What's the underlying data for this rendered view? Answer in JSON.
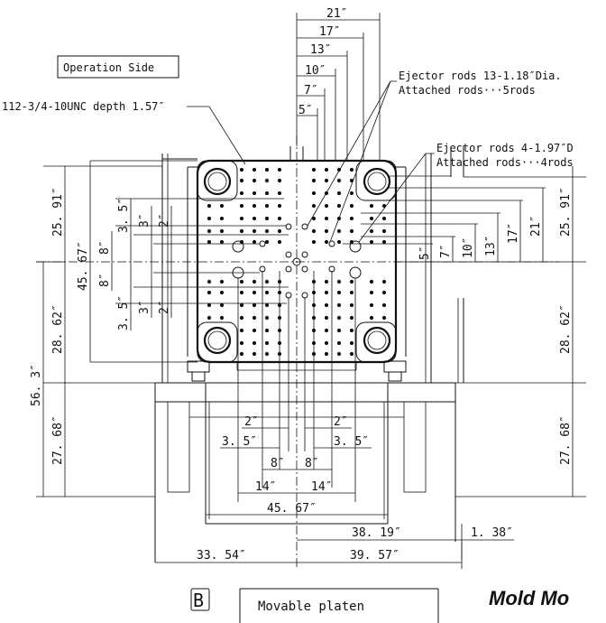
{
  "labels": {
    "operation_side": "Operation Side",
    "tapped_holes": "112-3/4-10UNC depth 1.57″",
    "ejector_13_line1": "Ejector rods 13-1.18″Dia.",
    "ejector_13_line2": "Attached rods···5rods",
    "ejector_4_line1": "Ejector rods 4-1.97″D",
    "ejector_4_line2": "Attached rods···4rods",
    "platen_marker": "B",
    "platen_name": "Movable platen",
    "title_partial": "Mold Mo"
  },
  "dims": {
    "top": [
      "21″",
      "17″",
      "13″",
      "10″",
      "7″",
      "5″"
    ],
    "right": [
      "5″",
      "7″",
      "10″",
      "13″",
      "17″",
      "21″"
    ],
    "right_outer_upper": "25. 91″",
    "right_outer_lower": "28. 62″",
    "right_outer_base": "27. 68″",
    "left_upper_total": "25. 91″",
    "left_mid": "45. 67″",
    "left_lower": "28. 62″",
    "left_overall": "56. 3″",
    "left_base": "27. 68″",
    "left_inner_upper": [
      "3. 5″",
      "3″",
      "2″",
      "8″"
    ],
    "left_inner_lower": [
      "8″",
      "3. 5″",
      "3″",
      "2″"
    ],
    "bottom_2_left": "2″",
    "bottom_2_right": "2″",
    "bottom_35_left": "3. 5″",
    "bottom_35_right": "3. 5″",
    "bottom_8_left": "8″",
    "bottom_8_right": "8″",
    "bottom_14_left": "14″",
    "bottom_14_right": "14″",
    "bottom_4567": "45. 67″",
    "bottom_3819": "38. 19″",
    "bottom_138": "1. 38″",
    "bottom_3354": "33. 54″",
    "bottom_3957": "39. 57″"
  }
}
